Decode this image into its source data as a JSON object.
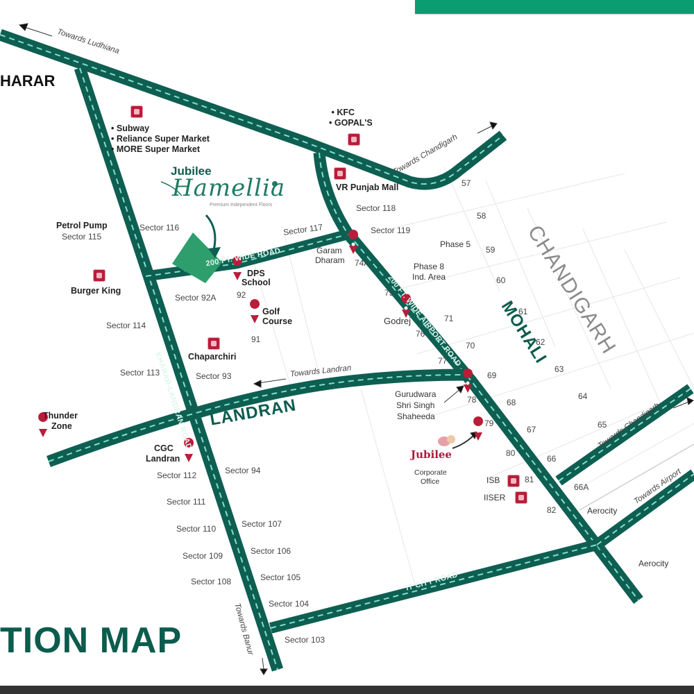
{
  "map": {
    "title": "TION MAP",
    "brand": {
      "name": "Jubilee",
      "project": "Hamellia",
      "tagline": "Premium Independent Floors"
    },
    "corporate_brand": "Jubilee",
    "corporate_label_1": "Corporate",
    "corporate_label_2": "Office",
    "colors": {
      "road": "#0e5f52",
      "road_dash": "#7fe0c8",
      "banner": "#0a9d72",
      "poi_red": "#b81d3a",
      "title": "#0c5c4e"
    },
    "towns": {
      "kharar": "HARAR",
      "landran": "LANDRAN",
      "mohali": "MOHALI",
      "chandigarh": "CHANDIGARH"
    },
    "roads": {
      "wide_200": "200 FT. WIDE ROAD",
      "airport": "200 FT. WIDE AIRPORT ROAD",
      "kharar_landran": "KHARAR-LANDRAN ROAD",
      "it_city": "IT CITY ROAD"
    },
    "directions": {
      "ludhiana": "Towards Ludhiana",
      "chandigarh_top": "Towards Chandigarh",
      "landran": "Towards Landran",
      "chandigarh_right": "Towards Chandigarh",
      "airport": "Towards Airport",
      "banur": "Towards Banur"
    },
    "pois": {
      "shops": [
        "Subway",
        "Reliance Super Market",
        "MORE Super Market"
      ],
      "food": [
        "KFC",
        "GOPAL'S"
      ],
      "vr_mall": "VR Punjab Mall",
      "petrol_pump": "Petrol Pump",
      "burger_king": "Burger King",
      "dps_1": "DPS",
      "dps_2": "School",
      "garam_1": "Garam",
      "garam_2": "Dharam",
      "golf_1": "Golf",
      "golf_2": "Course",
      "godrej": "Godrej",
      "chaparchiri": "Chaparchiri",
      "gurudwara_1": "Gurudwara",
      "gurudwara_2": "Shri Singh",
      "gurudwara_3": "Shaheeda",
      "thunder_1": "Thunder",
      "thunder_2": "Zone",
      "cgc_1": "CGC",
      "cgc_2": "Landran",
      "isb": "ISB",
      "iiser": "IISER",
      "aerocity_1": "Aerocity",
      "aerocity_2": "Aerocity",
      "phase5": "Phase 5",
      "phase8_1": "Phase 8",
      "phase8_2": "Ind. Area"
    },
    "sectors": {
      "s115": "Sector 115",
      "s116": "Sector 116",
      "s117": "Sector 117",
      "s118": "Sector 118",
      "s119": "Sector 119",
      "s74a": "74A",
      "s92a": "Sector 92A",
      "s92": "92",
      "s91": "91",
      "s114": "Sector 114",
      "s113": "Sector 113",
      "s93": "Sector 93",
      "s75": "75",
      "s76": "76",
      "s71": "71",
      "s70": "70",
      "s77": "77",
      "s69": "69",
      "s78": "78",
      "s68": "68",
      "s79": "79",
      "s67": "67",
      "s80": "80",
      "s66": "66",
      "s81": "81",
      "s82": "82",
      "s66a": "66A",
      "s57": "57",
      "s58": "58",
      "s59": "59",
      "s60": "60",
      "s61": "61",
      "s62": "62",
      "s63": "63",
      "s64": "64",
      "s65": "65",
      "s112": "Sector 112",
      "s94": "Sector 94",
      "s111": "Sector 111",
      "s110": "Sector 110",
      "s107": "Sector 107",
      "s109": "Sector 109",
      "s106": "Sector 106",
      "s108": "Sector 108",
      "s105": "Sector 105",
      "s104": "Sector 104",
      "s103": "Sector 103"
    }
  }
}
